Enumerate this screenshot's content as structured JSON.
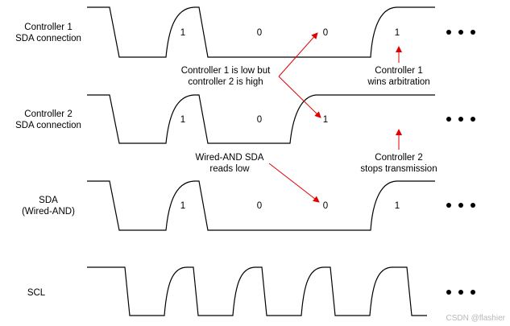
{
  "signals": [
    {
      "id": "ctrl1",
      "label_lines": [
        "Controller 1",
        "SDA connection"
      ]
    },
    {
      "id": "ctrl2",
      "label_lines": [
        "Controller 2",
        "SDA connection"
      ]
    },
    {
      "id": "sda",
      "label_lines": [
        "SDA",
        "(Wired-AND)"
      ]
    },
    {
      "id": "scl",
      "label_lines": [
        "SCL"
      ]
    }
  ],
  "bits": {
    "ctrl1": [
      "1",
      "0",
      "0",
      "1"
    ],
    "ctrl2": [
      "1",
      "0",
      "1"
    ],
    "sda": [
      "1",
      "0",
      "0",
      "1"
    ]
  },
  "continuation": "• • •",
  "annotations": {
    "low_but_high": [
      "Controller 1 is low but",
      "controller 2 is high"
    ],
    "wired_and": [
      "Wired-AND SDA",
      "reads low"
    ],
    "wins": [
      "Controller 1",
      "wins arbitration"
    ],
    "stops": [
      "Controller 2",
      "stops transmission"
    ]
  },
  "colors": {
    "waveform": "#000000",
    "arrows": "#e00000",
    "watermark": "#b8b8b8"
  },
  "watermark": "CSDN @flashier"
}
